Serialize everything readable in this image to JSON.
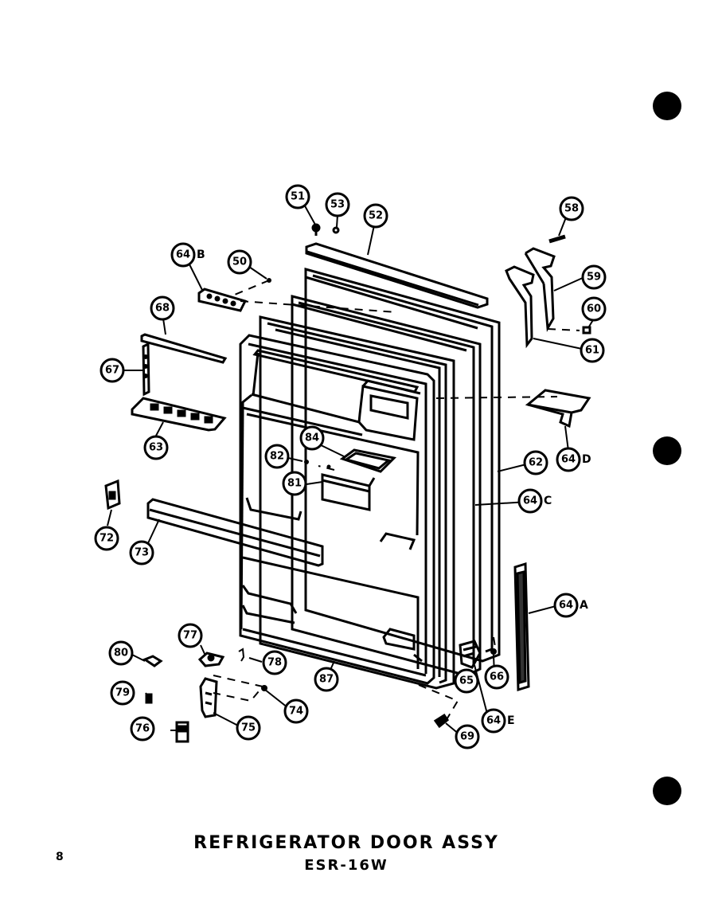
{
  "title": "REFRIGERATOR DOOR ASSY",
  "model": "ESR-16W",
  "page_number": "8",
  "callouts": {
    "c51": "51",
    "c53": "53",
    "c52": "52",
    "c58": "58",
    "c59": "59",
    "c60": "60",
    "c61": "61",
    "c64b": "64",
    "c50": "50",
    "c68": "68",
    "c67": "67",
    "c63": "63",
    "c64d": "64",
    "c62": "62",
    "c64c": "64",
    "c84": "84",
    "c82": "82",
    "c81": "81",
    "c72": "72",
    "c73": "73",
    "c64a": "64",
    "c77": "77",
    "c80": "80",
    "c78": "78",
    "c79": "79",
    "c87": "87",
    "c74": "74",
    "c65": "65",
    "c66": "66",
    "c76": "76",
    "c75": "75",
    "c64e": "64",
    "c69": "69"
  },
  "suffixes": {
    "s64b": "B",
    "s64d": "D",
    "s64c": "C",
    "s64a": "A",
    "s64e": "E"
  }
}
